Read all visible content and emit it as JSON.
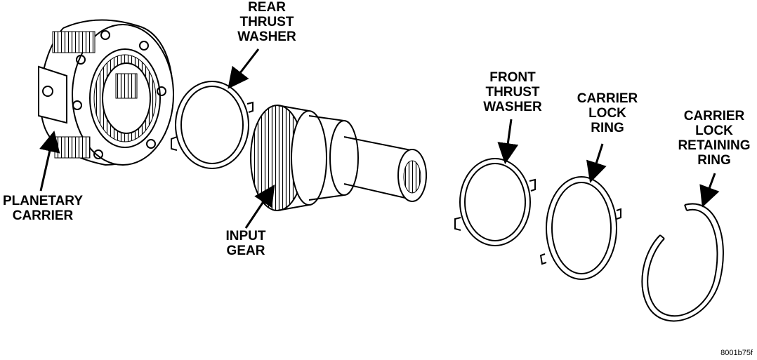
{
  "labels": {
    "rear_thrust_washer": [
      "REAR",
      "THRUST",
      "WASHER"
    ],
    "planetary_carrier": [
      "PLANETARY",
      "CARRIER"
    ],
    "input_gear": [
      "INPUT",
      "GEAR"
    ],
    "front_thrust_washer": [
      "FRONT",
      "THRUST",
      "WASHER"
    ],
    "carrier_lock_ring": [
      "CARRIER",
      "LOCK",
      "RING"
    ],
    "carrier_lock_retaining_ring": [
      "CARRIER",
      "LOCK",
      "RETAINING",
      "RING"
    ]
  },
  "figure_code": "8001b75f"
}
